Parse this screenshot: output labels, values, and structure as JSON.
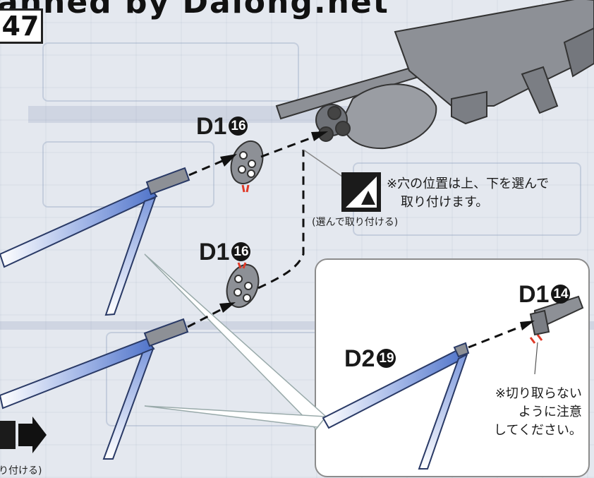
{
  "watermark": "anned by Dalong.net",
  "step_number": "47",
  "labels": {
    "d1_upper": {
      "prefix": "D1",
      "num": "16"
    },
    "d1_lower": {
      "prefix": "D1",
      "num": "16"
    },
    "d1_inset": {
      "prefix": "D1",
      "num": "14"
    },
    "d2_inset": {
      "prefix": "D2",
      "num": "19"
    }
  },
  "notes": {
    "hole_position": [
      "※穴の位置は上、下を選んで",
      "取り付けます。"
    ],
    "select_attach": "(選んで取り付ける)",
    "do_not_cut": [
      "※切り取らない",
      "ように注意",
      "してください。"
    ],
    "bottom_left_caption": "り付ける)"
  },
  "colors": {
    "part_gray": "#8a8d93",
    "blade_blue": "#4f73c9",
    "accent_red": "#e03a28"
  }
}
